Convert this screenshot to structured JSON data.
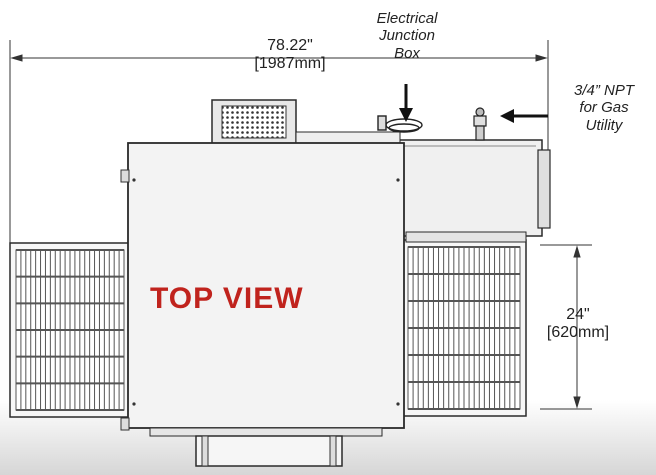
{
  "dimensions": {
    "width_imperial": "78.22\"",
    "width_metric": "[1987mm]",
    "depth_imperial": "24\"",
    "depth_metric": "[620mm]"
  },
  "callouts": {
    "junction_box": [
      "Electrical",
      "Junction",
      "Box"
    ],
    "gas_utility": [
      "3/4” NPT",
      "for Gas",
      "Utility"
    ]
  },
  "view_title": "TOP VIEW",
  "colors": {
    "title": "#c0231d",
    "cabinet": "#f2f2f2",
    "outline": "#2a2a2a",
    "grille": "#555555",
    "floor_shadow": "#d9d9d9"
  }
}
